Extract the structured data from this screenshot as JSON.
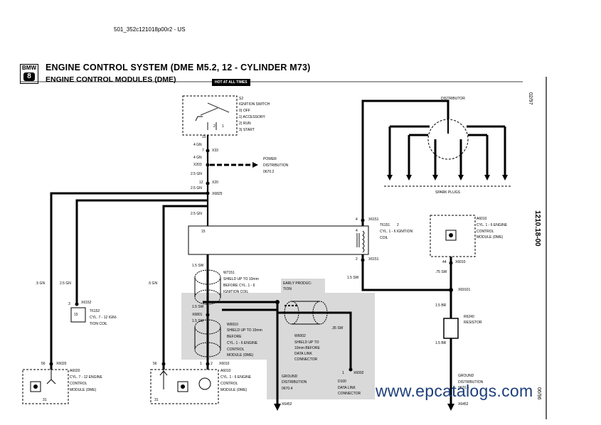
{
  "doc_id": "501_352c121018p00r2 - US",
  "logo": {
    "brand": "BMW",
    "series": "8"
  },
  "title": "ENGINE CONTROL SYSTEM (DME M5.2, 12 - CYLINDER M73)",
  "subtitle": "ENGINE CONTROL MODULES (DME)",
  "badge": "HOT AT ALL TIMES",
  "date_code": "02/97",
  "page_code": "1210.18-00",
  "page_code_bottom": "06/96",
  "watermark": "www.epcatalogs.com",
  "ignition": {
    "ref": "S2",
    "name": "IGNITION SWITCH",
    "positions": [
      "0)   OFF",
      "1)   ACCESSORY",
      "2)   RUN",
      "3)   START"
    ],
    "pin_2": "2",
    "pin_1": "1",
    "pin_15": "15"
  },
  "wires": {
    "w1": "4 GN",
    "w2": "4 GN",
    "w3": "2.5 GN",
    "w4": "2.5 GN",
    "w5": "2.5 GN",
    "w6": "1.5 SW",
    "w7": "1.5 SW",
    "w8": "1.5 SW",
    "w9": "1.5 SW",
    "left1": ".5 GN",
    "left2": "2.5 GN",
    "left3": ".5 GN",
    "right1": ".75 SW",
    "right2": "1.5 BR",
    "right3": "1.5 BR",
    "mid": ".35 SW"
  },
  "connectors": {
    "x33": "X33",
    "x203": "X203",
    "x20": "X20",
    "x6825": "X6825",
    "x6151a": "X6151",
    "x6151b": "X6151",
    "x6152": "X6152",
    "x6020": "X6020",
    "x6010a": "X6010",
    "x6010b": "X6010",
    "x69101": "X69101",
    "x6801": "X6801",
    "x6452a": "X6452",
    "x6452b": "X6452",
    "x6002": "X6002"
  },
  "pins": {
    "p7": "7",
    "p12": "12",
    "p15": "15",
    "p4a": "4",
    "p4b": "4",
    "p2a": "2",
    "p2b": "2",
    "p3": "3",
    "p15b": "15",
    "p56a": "56",
    "p56b": "56",
    "p31a": "31",
    "p31b": "31",
    "p44": "44",
    "p1": "1",
    "p1b": "1"
  },
  "power_dist": {
    "label": "POWER",
    "label2": "DISTRIBUTION",
    "ref": "0670.2"
  },
  "distributor": "DISTRIBUTOR",
  "spark_plugs": "SPARK PLUGS",
  "coil1": {
    "ref": "T6151",
    "ref2": "2",
    "line1": "CYL. 1 - 6 IGNITION",
    "line2": "COIL"
  },
  "coil2": {
    "ref": "T6152",
    "line1": "CYL. 7 - 12 IGNI-",
    "line2": "TION COIL"
  },
  "dme_a6010_top": {
    "ref": "A6010",
    "line1": "CYL. 1 - 6 ENGINE",
    "line2": "CONTROL",
    "line3": "MODULE (DME)"
  },
  "dme_a6020": {
    "ref": "A6020",
    "line1": "CYL. 7 - 12 ENGINE",
    "line2": "CONTROL",
    "line3": "MODULE (DME)"
  },
  "dme_a6010_bot": {
    "ref": "A6010",
    "line1": "CYL. 1 - 6 ENGINE",
    "line2": "CONTROL",
    "line3": "MODULE (DME)"
  },
  "shield1": {
    "ref": "W7151",
    "line1": "SHIELD UP TO 10mm",
    "line2": "BEFORE CYL. 1 - 6",
    "line3": "IGNITION COIL"
  },
  "shield2": {
    "ref": "W6010",
    "line1": "SHIELD UP TO 10mm",
    "line2": "BEFORE",
    "line3": "CYL. 1 - 6 ENGINE",
    "line4": "CONTROL",
    "line5": "MODULE (DME)"
  },
  "shield3": {
    "ref": "W6002",
    "line1": "SHIELD UP TO",
    "line2": "10mm BEFORE",
    "line3": "DATA LINK",
    "line4": "CONNECTOR"
  },
  "early": {
    "line1": "EARLY PRODUC-",
    "line2": "TION"
  },
  "resistor": {
    "ref": "R6240",
    "name": "RESISTOR"
  },
  "ground1": {
    "line1": "GROUND",
    "line2": "DISTRIBUTION",
    "ref": "0670.4"
  },
  "ground2": {
    "line1": "GROUND",
    "line2": "DISTRIBUTION",
    "ref": "0670.4"
  },
  "datalink": {
    "ref": "D100",
    "line1": "DATA LINK",
    "line2": "CONNECTOR"
  }
}
